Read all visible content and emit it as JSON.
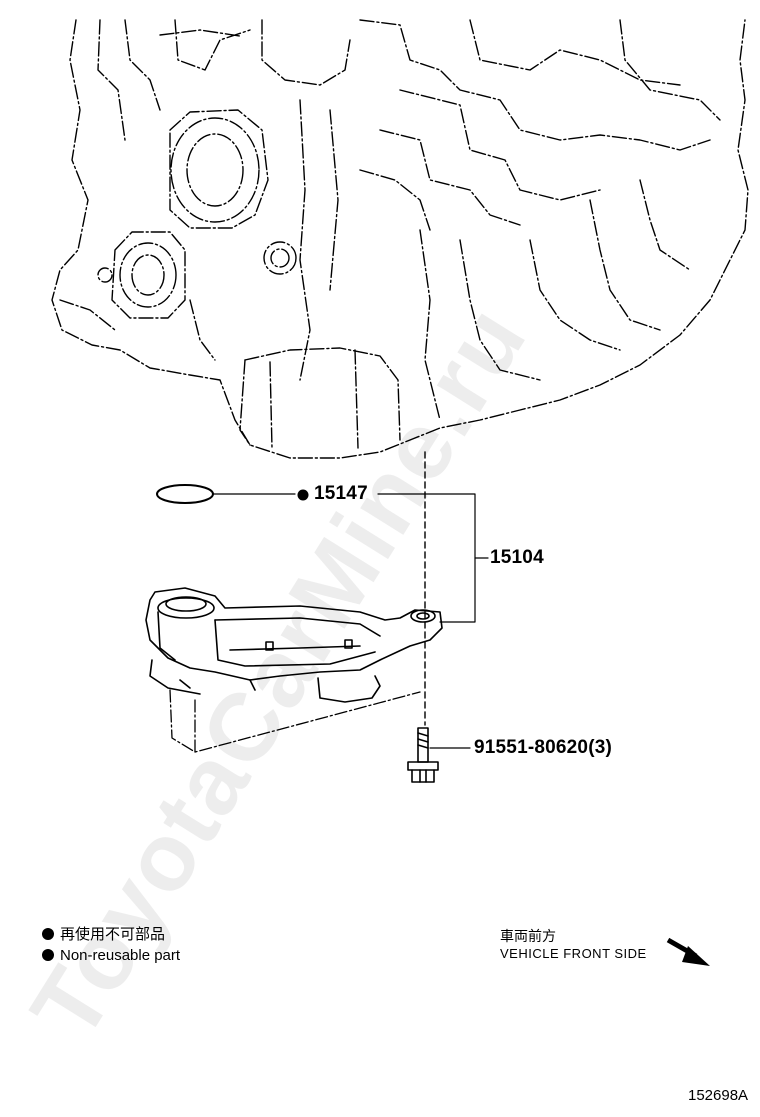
{
  "parts": {
    "oring": "15147",
    "strainer": "15104",
    "bolt": "91551-80620(3)"
  },
  "legend": {
    "jp": "再使用不可部品",
    "en": "Non-reusable part"
  },
  "front": {
    "jp": "車両前方",
    "en": "VEHICLE FRONT SIDE"
  },
  "code": "152698A",
  "watermark": "ToyotaCarMine.ru"
}
